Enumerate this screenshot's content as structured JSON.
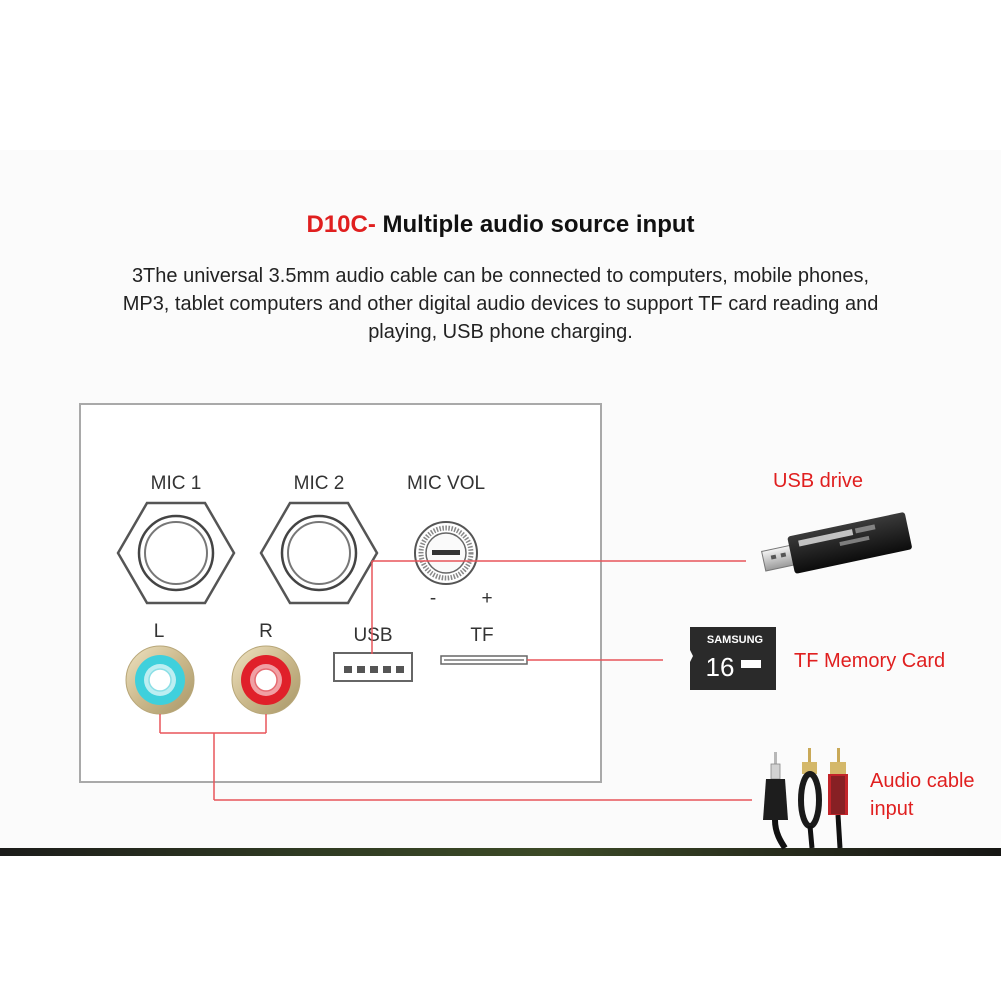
{
  "header": {
    "model": "D10C-",
    "title": " Multiple audio source input",
    "description": "3The universal 3.5mm audio cable can be connected to computers, mobile phones, MP3, tablet computers and other digital audio devices to support TF card reading and playing, USB phone charging."
  },
  "panel": {
    "mic1": "MIC 1",
    "mic2": "MIC 2",
    "mic_vol": "MIC VOL",
    "minus": "-",
    "plus": "+",
    "left": "L",
    "right": "R",
    "usb": "USB",
    "tf": "TF"
  },
  "callouts": {
    "usb_drive": "USB drive",
    "tf_card": "TF Memory Card",
    "audio_cable_line1": "Audio cable",
    "audio_cable_line2": "input"
  },
  "devices": {
    "sd_brand": "SAMSUNG",
    "sd_capacity": "16"
  },
  "colors": {
    "accent": "#e01f1f",
    "connector_line": "#e8555a",
    "rca_left": "#3fd0dc",
    "rca_right": "#e0202a"
  },
  "icons": [
    "usb-drive-icon",
    "sd-card-icon",
    "audio-cable-icon",
    "mic-jack-icon",
    "volume-knob-icon",
    "rca-jack-icon",
    "usb-port-icon",
    "tf-slot-icon"
  ]
}
